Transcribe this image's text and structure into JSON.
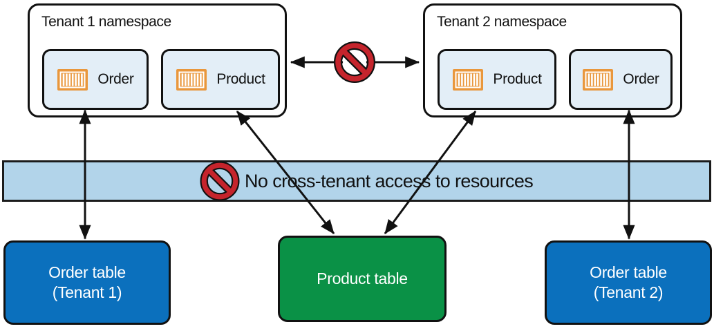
{
  "namespaces": [
    {
      "title": "Tenant 1 namespace",
      "items": [
        {
          "label": "Order",
          "icon": "container"
        },
        {
          "label": "Product",
          "icon": "container"
        }
      ]
    },
    {
      "title": "Tenant 2 namespace",
      "items": [
        {
          "label": "Product",
          "icon": "container"
        },
        {
          "label": "Order",
          "icon": "container"
        }
      ]
    }
  ],
  "band": {
    "label": "No cross-tenant access to resources",
    "icon": "no-entry"
  },
  "tables": [
    {
      "line1": "Order table",
      "line2": "(Tenant 1)",
      "color": "#0b70bd"
    },
    {
      "line1": "Product table",
      "line2": "",
      "color": "#0a9146"
    },
    {
      "line1": "Order table",
      "line2": "(Tenant 2)",
      "color": "#0b70bd"
    }
  ],
  "colors": {
    "item_box_bg": "#e3eef7",
    "band_bg": "#b2d4ea",
    "table_blue": "#0b70bd",
    "table_green": "#0a9146",
    "container_orange": "#e9973c",
    "prohibition_red": "#c5242c",
    "line_black": "#111111"
  }
}
